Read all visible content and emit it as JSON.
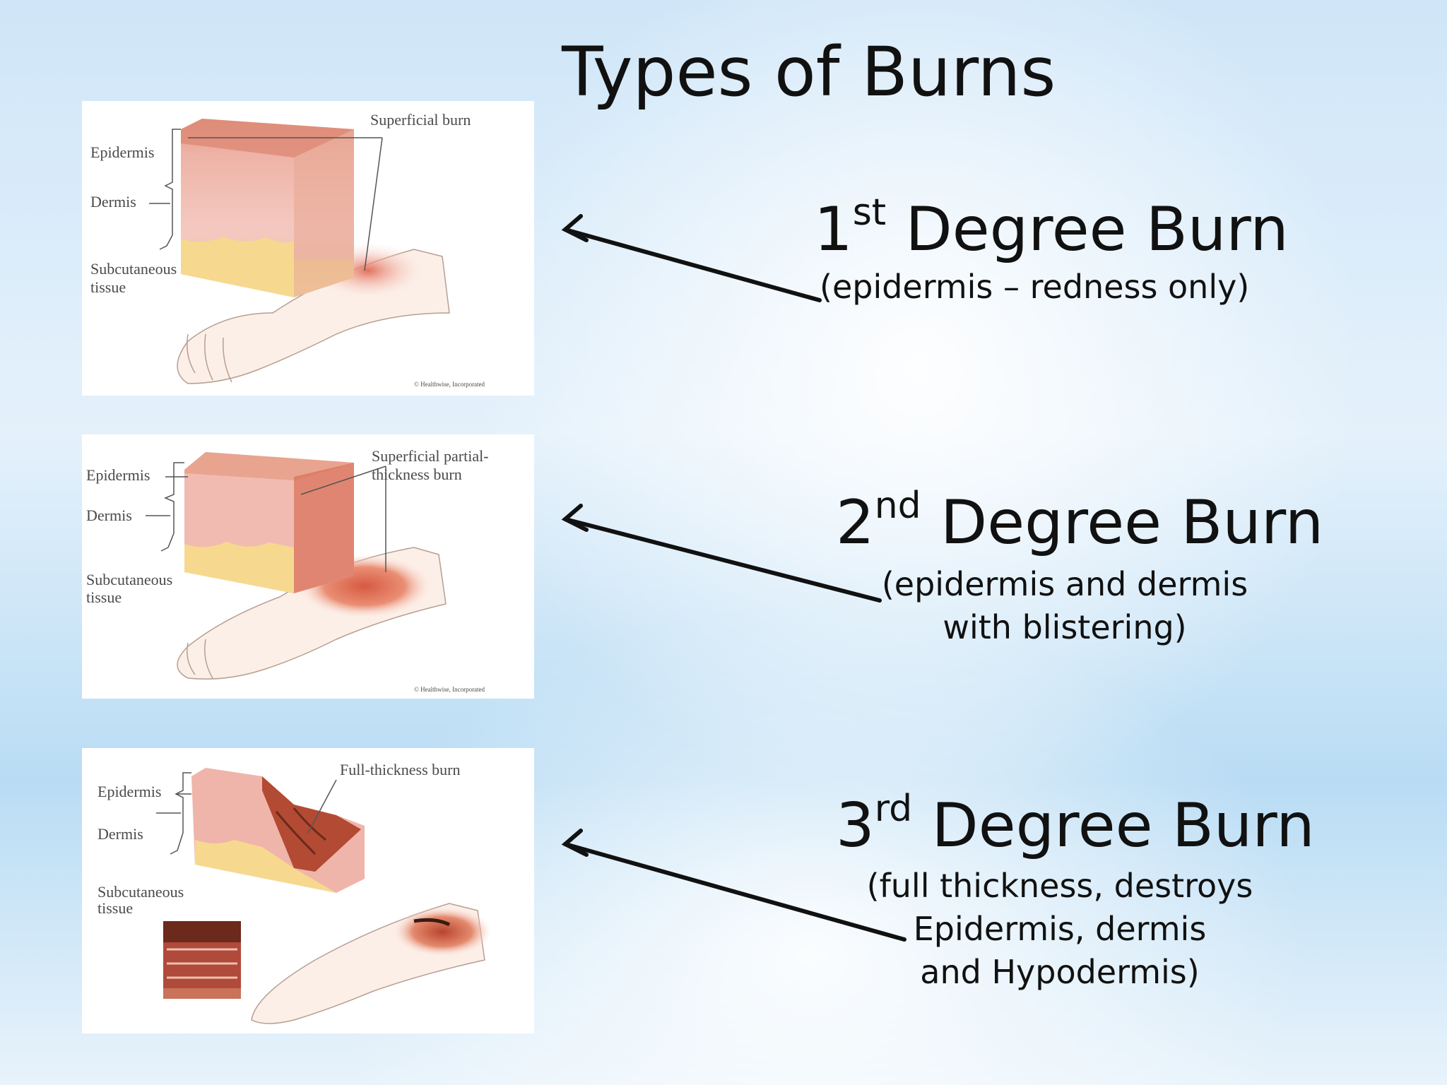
{
  "slide": {
    "title": "Types of Burns"
  },
  "burns": [
    {
      "degree_num": "1",
      "degree_suffix": "st",
      "heading_rest": "Degree Burn",
      "description": [
        "(epidermis – redness only)"
      ],
      "figure": {
        "callout": [
          "Superficial burn"
        ],
        "layers": [
          "Epidermis",
          "Dermis",
          "Subcutaneous",
          "tissue"
        ],
        "credit": "© Healthwise, Incorporated"
      }
    },
    {
      "degree_num": "2",
      "degree_suffix": "nd",
      "heading_rest": "Degree Burn",
      "description": [
        "(epidermis and dermis",
        "with blistering)"
      ],
      "figure": {
        "callout": [
          "Superficial partial-",
          "thickness burn"
        ],
        "layers": [
          "Epidermis",
          "Dermis",
          "Subcutaneous",
          "tissue"
        ],
        "credit": "© Healthwise, Incorporated"
      }
    },
    {
      "degree_num": "3",
      "degree_suffix": "rd",
      "heading_rest": "Degree Burn",
      "description": [
        "(full thickness, destroys",
        "Epidermis, dermis",
        "and Hypodermis)"
      ],
      "figure": {
        "callout": [
          "Full-thickness burn"
        ],
        "layers": [
          "Epidermis",
          "Dermis",
          "Subcutaneous",
          "tissue"
        ],
        "credit": ""
      }
    }
  ],
  "colors": {
    "epidermis": "#e89a86",
    "dermis": "#f4c3bd",
    "fat": "#f6dc8f",
    "burn_red": "#d2553a",
    "char": "#6b2a1c",
    "skin": "#fbeee6"
  }
}
